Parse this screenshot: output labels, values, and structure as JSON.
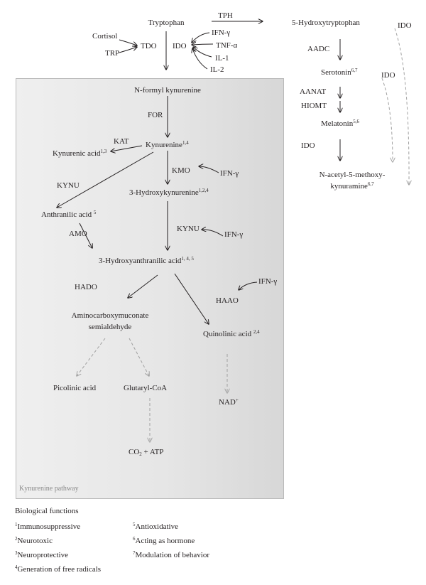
{
  "nodes": {
    "tryptophan": "Tryptophan",
    "cortisol": "Cortisol",
    "trp": "TRP",
    "tdo": "TDO",
    "ido_top": "IDO",
    "ifn_top": "IFN-γ",
    "tnf": "TNF-α",
    "il1": "IL-1",
    "il2": "IL-2",
    "tph": "TPH",
    "hydroxytryptophan": "5-Hydroxytryptophan",
    "ido_far_right": "IDO",
    "aadc": "AADC",
    "serotonin": "Serotonin",
    "serotonin_sup": "6,7",
    "ido_serotonin": "IDO",
    "aanat": "AANAT",
    "hiomt": "HIOMT",
    "melatonin": "Melatonin",
    "melatonin_sup": "5,6",
    "ido_melatonin": "IDO",
    "nacetyl_line1": "N-acetyl-5-methoxy-",
    "nacetyl_line2": "kynuramine",
    "nacetyl_sup": "6,7",
    "n_formyl": "N-formyl kynurenine",
    "for": "FOR",
    "kat": "KAT",
    "kynurenine": "Kynurenine",
    "kynurenine_sup": "1,4",
    "kynurenic_acid": "Kynurenic acid",
    "kynurenic_sup": "1,3",
    "kmo": "KMO",
    "ifn_kmo": "IFN-γ",
    "kynu_left": "KYNU",
    "hydroxykynurenine": "3-Hydroxykynurenine",
    "hydroxykynurenine_sup": "1,2,4",
    "anthranilic": "Anthranilic acid",
    "anthranilic_sup": "5",
    "amo": "AMO",
    "kynu_right": "KYNU",
    "ifn_kynu": "IFN-γ",
    "hydroxyanthranilic": "3-Hydroxyanthranilic acid",
    "hydroxyanthranilic_sup": "1, 4, 5",
    "hado": "HADO",
    "ifn_haao": "IFN-γ",
    "haao": "HAAO",
    "amino_line1": "Aminocarboxymuconate",
    "amino_line2": "semialdehyde",
    "quinolinic": "Quinolinic acid",
    "quinolinic_sup": "2,4",
    "picolinic": "Picolinic acid",
    "glutaryl": "Glutaryl-CoA",
    "nad": "NAD",
    "nad_sup": "+",
    "co2_a": "CO",
    "co2_sub": "2",
    "co2_b": " + ATP"
  },
  "panel_label": "Kynurenine pathway",
  "legend": {
    "title": "Biological functions",
    "items": [
      {
        "num": "1",
        "text": "Immunosuppressive"
      },
      {
        "num": "2",
        "text": "Neurotoxic"
      },
      {
        "num": "3",
        "text": "Neuroprotective"
      },
      {
        "num": "4",
        "text": "Generation of free radicals"
      },
      {
        "num": "5",
        "text": "Antioxidative"
      },
      {
        "num": "6",
        "text": "Acting as hormone"
      },
      {
        "num": "7",
        "text": "Modulation of behavior"
      }
    ]
  },
  "colors": {
    "arrow": "#231f20",
    "dashed_arrow": "#a0a0a0",
    "panel_border": "#b9b9b9",
    "panel_label": "#8a8a8a"
  }
}
